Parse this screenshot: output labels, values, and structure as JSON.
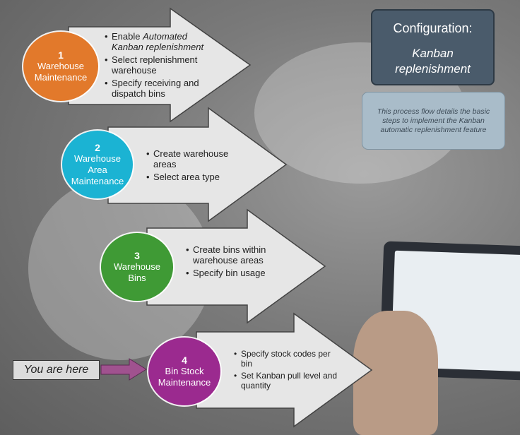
{
  "colors": {
    "step1": "#e2792b",
    "step2": "#1bb3d3",
    "step3": "#3f9a35",
    "step4": "#9b2a8f",
    "arrow_fill": "#e6e6e6",
    "config_bg": "#4a5b6b",
    "note_bg": "#a9bcc9",
    "pointer_arrow": "#a0528f"
  },
  "config": {
    "title": "Configuration:",
    "subtitle_line1": "Kanban",
    "subtitle_line2": "replenishment"
  },
  "note": {
    "text": "This process flow details the basic steps to implement the Kanban automatic replenishment feature"
  },
  "you_are_here": "You are here",
  "steps": [
    {
      "number": "1",
      "name_lines": [
        "Warehouse",
        "Maintenance"
      ],
      "bullets": [
        {
          "pre": "Enable ",
          "em": "Automated Kanban replenishment"
        },
        {
          "pre": "Select replenishment warehouse"
        },
        {
          "pre": "Specify receiving and dispatch bins"
        }
      ]
    },
    {
      "number": "2",
      "name_lines": [
        "Warehouse",
        "Area",
        "Maintenance"
      ],
      "bullets": [
        {
          "pre": "Create warehouse areas"
        },
        {
          "pre": "Select area type"
        }
      ]
    },
    {
      "number": "3",
      "name_lines": [
        "Warehouse",
        "Bins"
      ],
      "bullets": [
        {
          "pre": "Create bins within warehouse areas"
        },
        {
          "pre": "Specify bin usage"
        }
      ]
    },
    {
      "number": "4",
      "name_lines": [
        "Bin Stock",
        "Maintenance"
      ],
      "bullets": [
        {
          "pre": "Specify stock codes  per bin"
        },
        {
          "pre": "Set Kanban pull level and quantity"
        }
      ]
    }
  ]
}
